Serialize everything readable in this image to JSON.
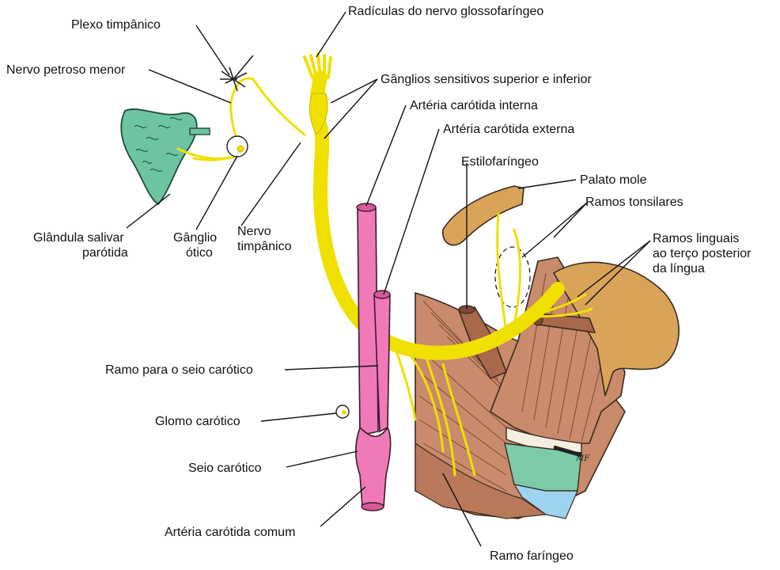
{
  "labels": {
    "plexo_timpanico": "Plexo timpânico",
    "nervo_petroso_menor": "Nervo petroso menor",
    "radiculas": "Radículas do nervo glossofaríngeo",
    "ganglios_sensitivos": "Gânglios sensitivos superior e inferior",
    "arteria_carotida_interna": "Artéria carótida interna",
    "arteria_carotida_externa": "Artéria carótida externa",
    "estilofaringeo": "Estilofaríngeo",
    "palato_mole": "Palato mole",
    "ramos_tonsilares": "Ramos tonsilares",
    "ramos_linguais_1": "Ramos linguais",
    "ramos_linguais_2": "ao terço posterior",
    "ramos_linguais_3": "da língua",
    "glandula_1": "Glândula salivar",
    "glandula_2": "parótida",
    "ganglio_otico_1": "Gânglio",
    "ganglio_otico_2": "ótico",
    "nervo_timpanico_1": "Nervo",
    "nervo_timpanico_2": "timpânico",
    "ramo_seio": "Ramo para o seio carótico",
    "glomo": "Glomo carótico",
    "seio": "Seio carótico",
    "carotida_comum": "Artéria carótida comum",
    "ramo_faringeo": "Ramo faríngeo",
    "artist_mark": "MF"
  },
  "colors": {
    "nerve": "#f0e000",
    "artery": "#f07ab8",
    "gland": "#6cc4a0",
    "muscle": "#c88a6a",
    "palate": "#d9a45a",
    "cartilage": "#7ccba8",
    "cartilage_blue": "#9ed4f0"
  }
}
